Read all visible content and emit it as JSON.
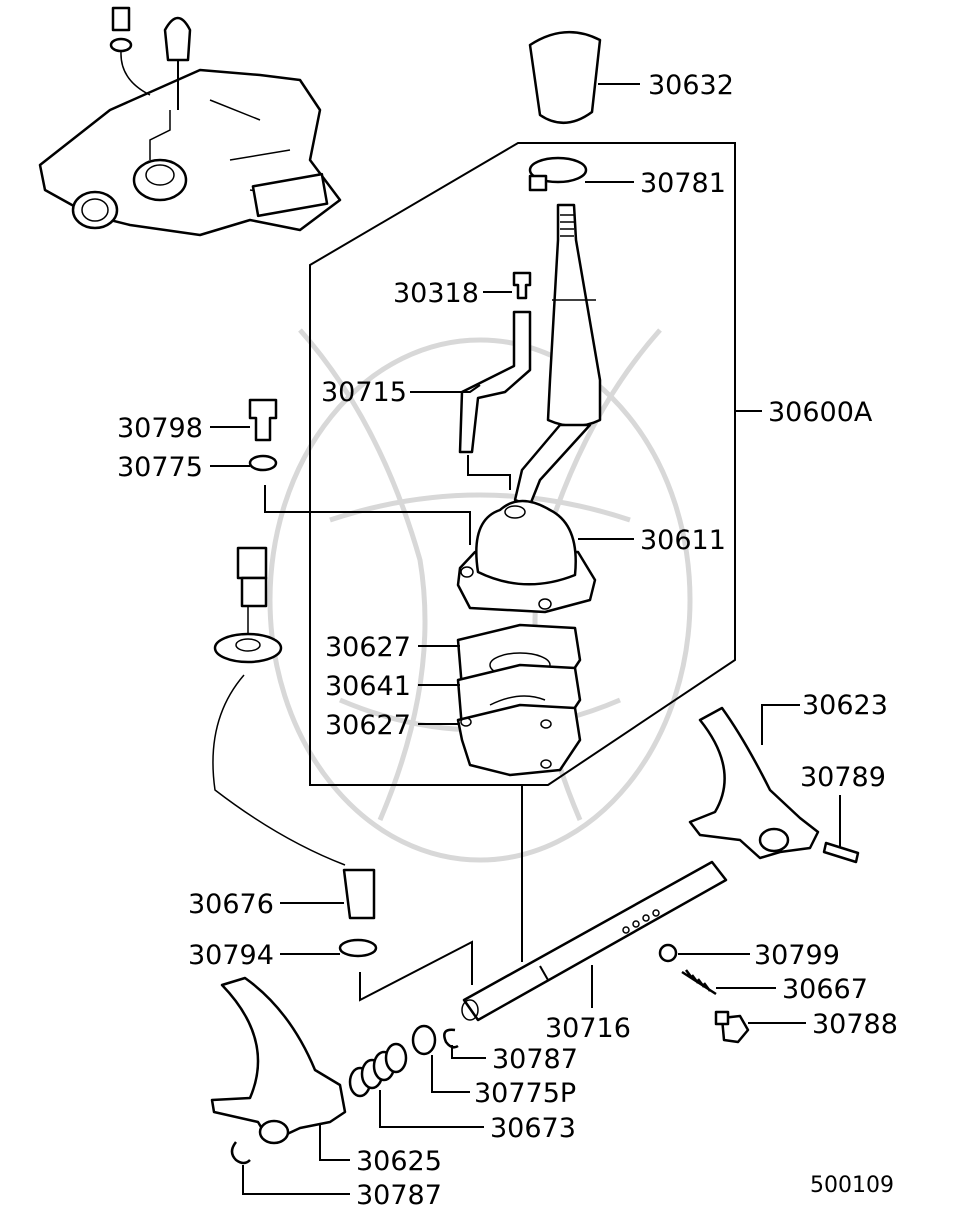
{
  "callouts": {
    "knob": "30632",
    "clamp": "30781",
    "bolt_top": "30318",
    "hose": "30715",
    "assembly": "30600A",
    "bolt_left": "30798",
    "washer_left": "30775",
    "boot": "30611",
    "gasket_upper": "30627",
    "plate": "30641",
    "gasket_lower": "30627",
    "fork_right": "30623",
    "pin": "30789",
    "switch": "30676",
    "gasket_switch": "30794",
    "ball": "30799",
    "spring_small": "30667",
    "plug": "30788",
    "shaft": "30716",
    "snap_ring_upper": "30787",
    "washer_shaft": "30775P",
    "spring_large": "30673",
    "fork_left": "30625",
    "snap_ring_lower": "30787"
  },
  "diagram_code": "500109"
}
